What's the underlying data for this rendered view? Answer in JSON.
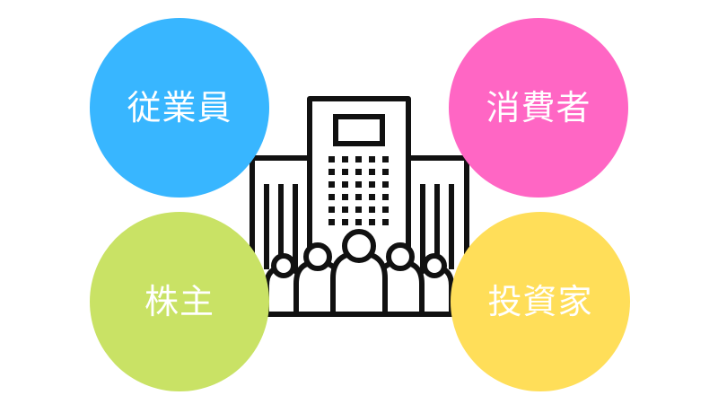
{
  "stakeholders": {
    "top_left": {
      "label": "従業員",
      "color": "#38b6ff"
    },
    "top_right": {
      "label": "消費者",
      "color": "#ff66c4"
    },
    "bottom_left": {
      "label": "株主",
      "color": "#c9e265"
    },
    "bottom_right": {
      "label": "投資家",
      "color": "#ffde59"
    }
  },
  "center_icon": "company-building-with-people-icon"
}
